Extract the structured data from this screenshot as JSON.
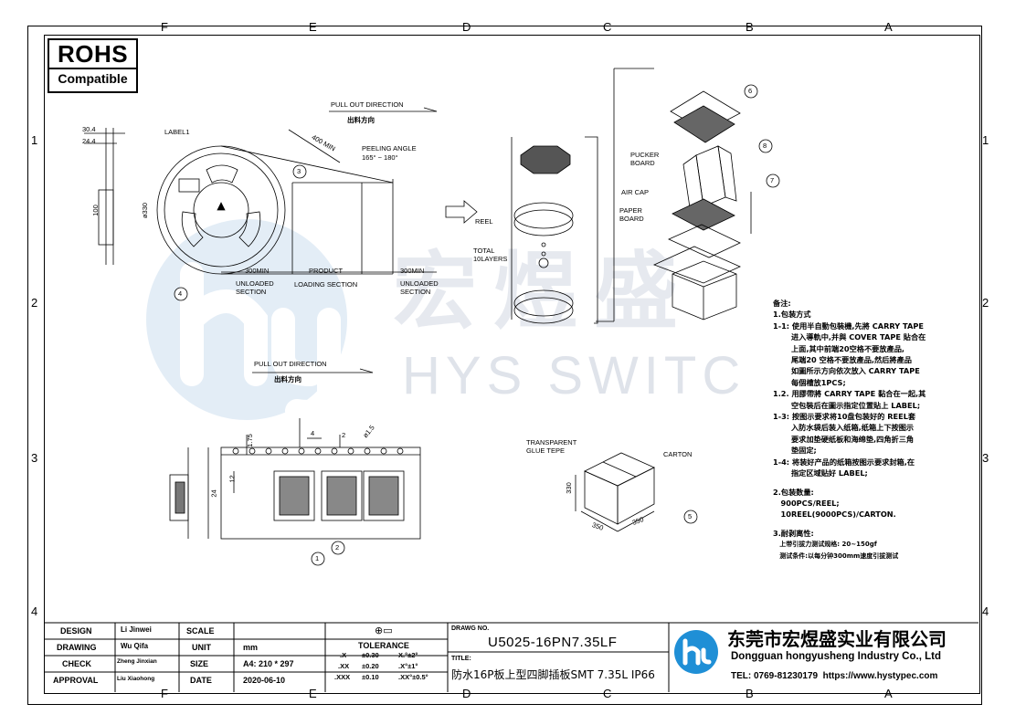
{
  "zones": {
    "top": [
      "F",
      "E",
      "D",
      "C",
      "B",
      "A"
    ],
    "rows": [
      "1",
      "2",
      "3",
      "4"
    ]
  },
  "rohs": {
    "line1": "ROHS",
    "line2": "Compatible"
  },
  "watermark": {
    "text": "HYS SWITC",
    "cn": "宏煜盛"
  },
  "reel_view": {
    "dim_30_4": "30.4",
    "dim_24_4": "24.4",
    "dim_100": "100",
    "label1": "LABEL1",
    "dia330": "ø330",
    "pull_out": "PULL OUT DIRECTION",
    "pull_out_cn": "出料方向",
    "min400": "400 MIN",
    "peeling_angle": "PEELING ANGLE",
    "peeling_range": "165° ~ 180°",
    "min300_left": "300MIN",
    "product": "PRODUCT",
    "min300_right": "300MIN",
    "unloaded_left": "UNLOADED\nSECTION",
    "loading": "LOADING SECTION",
    "unloaded_right": "UNLOADED\nSECTION"
  },
  "tape_view": {
    "pull_out": "PULL OUT DIRECTION",
    "pull_out_cn": "出料方向",
    "dim4": "4",
    "dim2": "2",
    "dim_phi15": "ø1.5",
    "dim175": "1.75",
    "dim12": "12",
    "dim24": "24"
  },
  "pack_view": {
    "reel": "REEL",
    "total": "TOTAL\n10LAYERS",
    "pucker": "PUCKER\nBOARD",
    "aircap": "AIR CAP",
    "paper": "PAPER\nBOARD",
    "glue": "TRANSPARENT\nGLUE TEPE",
    "carton": "CARTON",
    "d330": "330",
    "d350a": "350",
    "d350b": "350"
  },
  "callouts": [
    "1",
    "2",
    "3",
    "4",
    "5",
    "6",
    "7",
    "8"
  ],
  "notes": {
    "title": "备注:",
    "lines": [
      "1.包装方式",
      "1-1: 使用半自動包裝機,先將 CARRY TAPE",
      "       进入導軌中,并與 COVER TAPE 貼合在",
      "       上面,其中前端20空格不要放產品,",
      "       尾端20 空格不要放產品,然后將產品",
      "       如圖所示方向依次放入 CARRY TAPE",
      "       每個槽放1PCS;",
      "1.2. 用膠帶將 CARRY TAPE 黏合在一起,其",
      "       空包裝后在圖示指定位置貼上 LABEL;",
      "1-3: 按图示要求将10盘包装好的 REEL套",
      "       入防水袋后装入纸箱,纸箱上下按图示",
      "       要求加垫硬纸板和海绵垫,四角折三角",
      "       垫固定;",
      "1-4: 将装好产品的纸箱按图示要求封箱,在",
      "       指定区域贴好 LABEL;",
      "",
      "2.包装数量:",
      "   900PCS/REEL;",
      "   10REEL(9000PCS)/CARTON.",
      "",
      "3.耐剥离性:",
      "   上带引拔力测试规格: 20~150gf",
      "   测试条件:以每分钟300mm速度引拔测试"
    ]
  },
  "title_block": {
    "design_label": "DESIGN",
    "design_name": "Li Jinwei",
    "drawing_label": "DRAWING",
    "drawing_name": "Wu Qifa",
    "check_label": "CHECK",
    "check_name": "Zheng Jinxian",
    "approval_label": "APPROVAL",
    "approval_name": "Liu Xiaohong",
    "scale_label": "SCALE",
    "unit_label": "UNIT",
    "unit_value": "mm",
    "size_label": "SIZE",
    "size_value": "A4: 210 * 297",
    "date_label": "DATE",
    "date_value": "2020-06-10",
    "tolerance_label": "TOLERANCE",
    "tol_rows": [
      [
        ".X",
        "±0.30",
        "X.°±2°"
      ],
      [
        ".XX",
        "±0.20",
        ".X°±1°"
      ],
      [
        ".XXX",
        "±0.10",
        ".XX°±0.5°"
      ]
    ],
    "drawing_no_label": "DRAWG NO.",
    "drawing_no": "U5025-16PN7.35LF",
    "title_label": "TITLE:",
    "title": "防水16P板上型四脚插板SMT 7.35L IP66",
    "company_cn": "东莞市宏煜盛实业有限公司",
    "company_en": "Dongguan hongyusheng Industry Co., Ltd",
    "contact": "TEL: 0769-81230179  https://www.hystypec.com"
  },
  "colors": {
    "brand_blue": "#1f8fd6",
    "watermark": "#dfe3ea",
    "line": "#000000"
  }
}
